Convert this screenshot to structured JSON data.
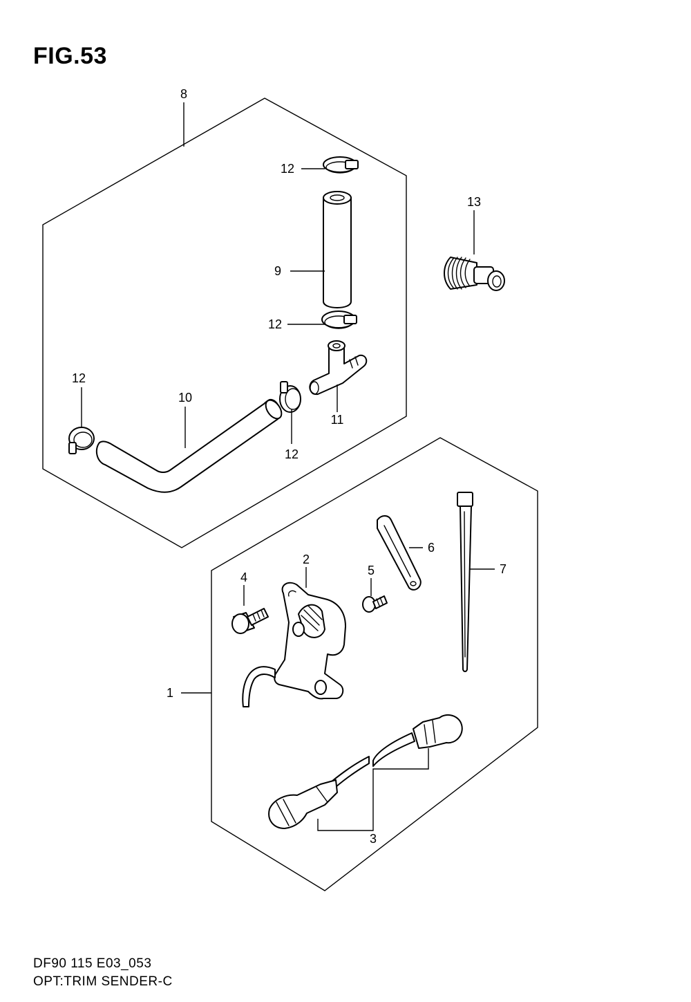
{
  "figure": {
    "title": "FIG.53",
    "model_code": "DF90 115 E03_053",
    "caption": "OPT:TRIM SENDER-C"
  },
  "callouts": {
    "c1": "1",
    "c2": "2",
    "c3": "3",
    "c4": "4",
    "c5": "5",
    "c6": "6",
    "c7": "7",
    "c8": "8",
    "c9": "9",
    "c10": "10",
    "c11": "11",
    "c12a": "12",
    "c12b": "12",
    "c12c": "12",
    "c12d": "12",
    "c13": "13"
  }
}
